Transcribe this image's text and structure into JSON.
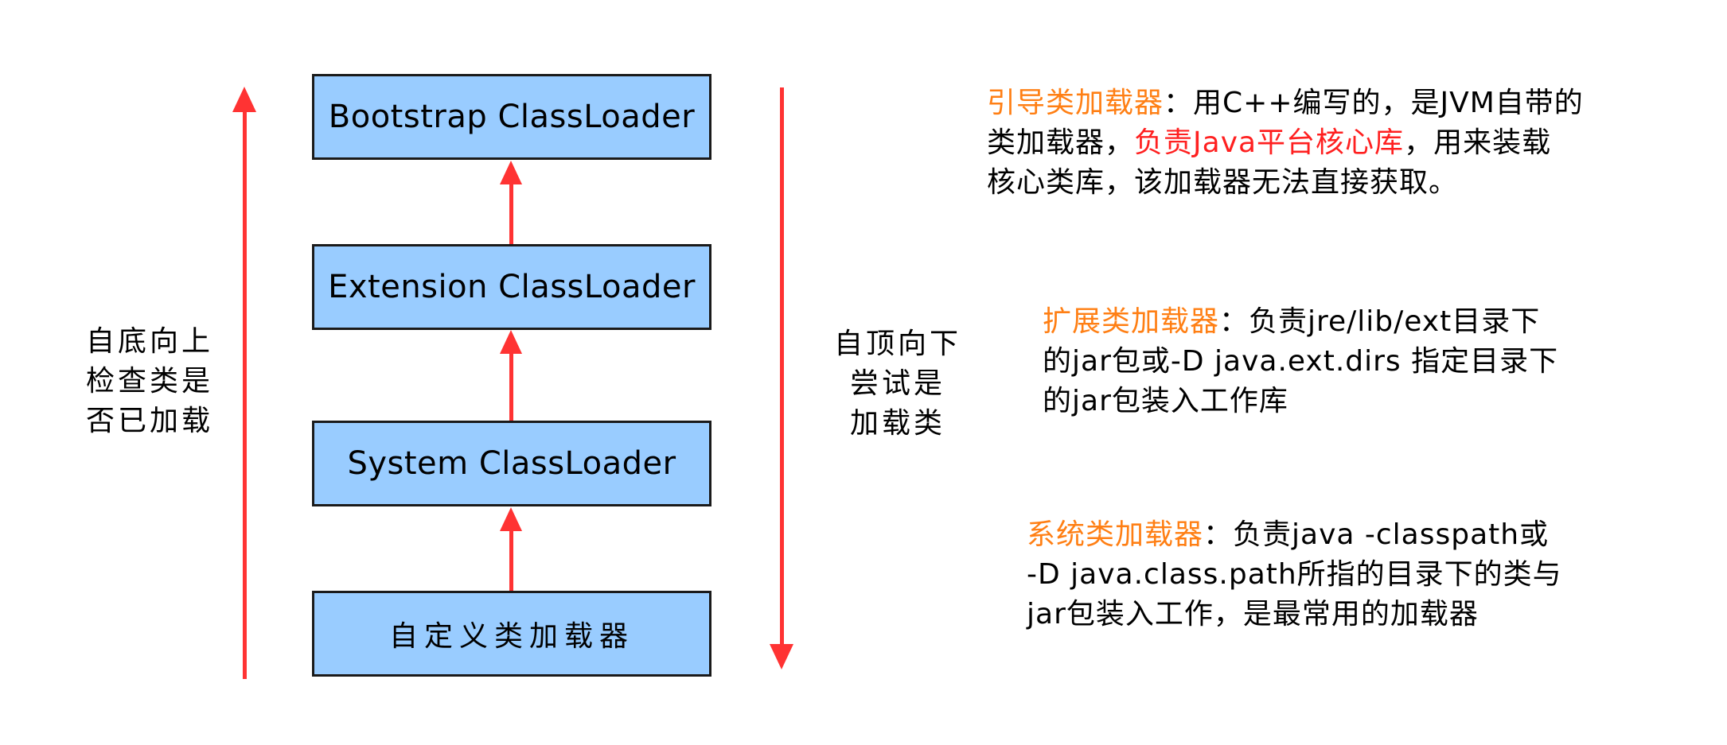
{
  "colors": {
    "box_fill": "#99ccff",
    "arrow": "#ff3333",
    "title_highlight": "#ff7f14",
    "emphasis": "#ff2020"
  },
  "loaders": [
    {
      "label": "Bootstrap ClassLoader"
    },
    {
      "label": "Extension ClassLoader"
    },
    {
      "label": "System ClassLoader"
    },
    {
      "label": "自定义类加载器"
    }
  ],
  "left_note": {
    "lines": [
      "自底向上",
      "检查类是",
      "否已加载"
    ]
  },
  "right_note": {
    "lines": [
      "自顶向下",
      "尝试是",
      "加载类"
    ]
  },
  "descriptions": {
    "bootstrap": {
      "title": "引导类加载器",
      "line1_rest": "：用C++编写的，是JVM自带的",
      "line2_pre": "类加载器，",
      "line2_emph": "负责Java平台核心库",
      "line2_post": "，用来装载",
      "line3": "核心类库，该加载器无法直接获取。"
    },
    "extension": {
      "title": "扩展类加载器",
      "line1_rest": "：负责jre/lib/ext目录下",
      "line2": "的jar包或-D java.ext.dirs 指定目录下",
      "line3": "的jar包装入工作库"
    },
    "system": {
      "title": "系统类加载器",
      "line1_rest": "：负责java -classpath或",
      "line2": "-D java.class.path所指的目录下的类与",
      "line3": "jar包装入工作，是最常用的加载器"
    }
  }
}
